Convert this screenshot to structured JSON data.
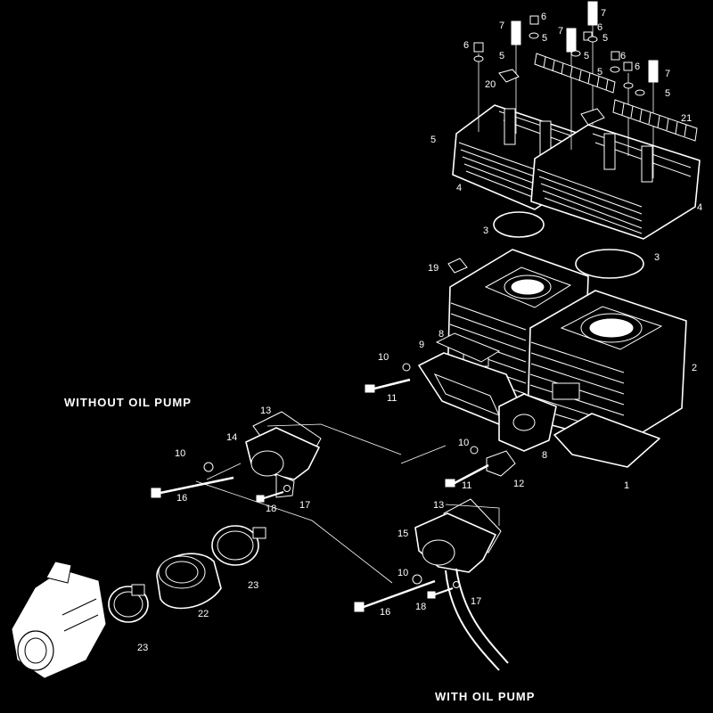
{
  "sections": {
    "without_oil_pump": "WITHOUT OIL PUMP",
    "with_oil_pump": "WITH OIL PUMP"
  },
  "callouts": {
    "c1": "1",
    "c2": "2",
    "c3a": "3",
    "c3b": "3",
    "c4a": "4",
    "c4b": "4",
    "c5a": "5",
    "c5b": "5",
    "c5c": "5",
    "c5d": "5",
    "c5e": "5",
    "c5f": "5",
    "c5g": "5",
    "c6a": "6",
    "c6b": "6",
    "c6c": "6",
    "c6d": "6",
    "c6e": "6",
    "c7a": "7",
    "c7b": "7",
    "c7c": "7",
    "c7d": "7",
    "c8a": "8",
    "c8b": "8",
    "c9": "9",
    "c10a": "10",
    "c10b": "10",
    "c10c": "10",
    "c10d": "10",
    "c11a": "11",
    "c11b": "11",
    "c12": "12",
    "c13a": "13",
    "c13b": "13",
    "c14": "14",
    "c15": "15",
    "c16a": "16",
    "c16b": "16",
    "c17a": "17",
    "c17b": "17",
    "c18a": "18",
    "c18b": "18",
    "c19": "19",
    "c20": "20",
    "c21": "21",
    "c22": "22",
    "c23a": "23",
    "c23b": "23"
  }
}
